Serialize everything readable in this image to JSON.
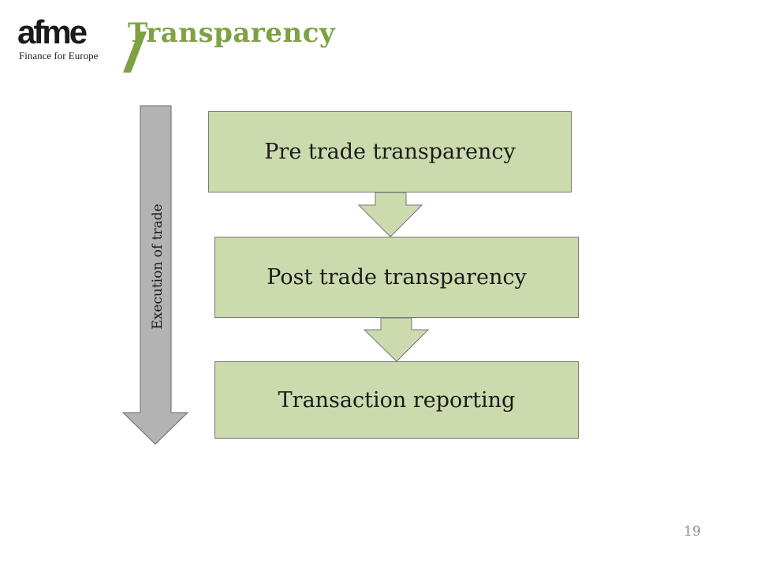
{
  "header": {
    "logo_word": "afme",
    "logo_subtitle": "Finance for Europe",
    "title": "Transparency"
  },
  "diagram": {
    "steps": [
      {
        "label": "Pre trade transparency"
      },
      {
        "label": "Post trade transparency"
      },
      {
        "label": "Transaction reporting"
      }
    ],
    "side_arrow_label": "Execution of trade"
  },
  "footer": {
    "page_number": "19"
  },
  "colors": {
    "box_fill": "#ccdbad",
    "box_border": "#767676",
    "arrow_fill": "#ccdbad",
    "side_arrow_fill": "#b3b3b3",
    "title_green": "#7ea144"
  }
}
